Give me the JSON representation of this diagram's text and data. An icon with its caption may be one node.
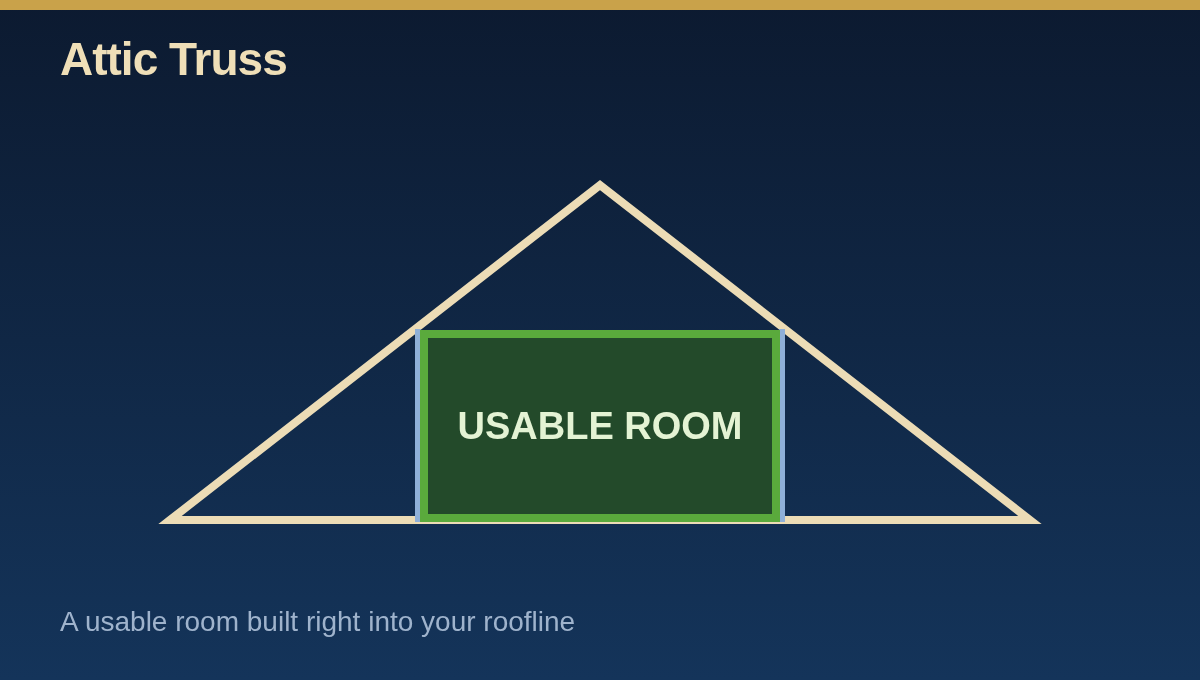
{
  "diagram": {
    "title": "Attic Truss",
    "caption": "A usable room built right into your roofline",
    "nodes": [
      {
        "text": [
          "USABLE ROOM"
        ]
      }
    ]
  }
}
